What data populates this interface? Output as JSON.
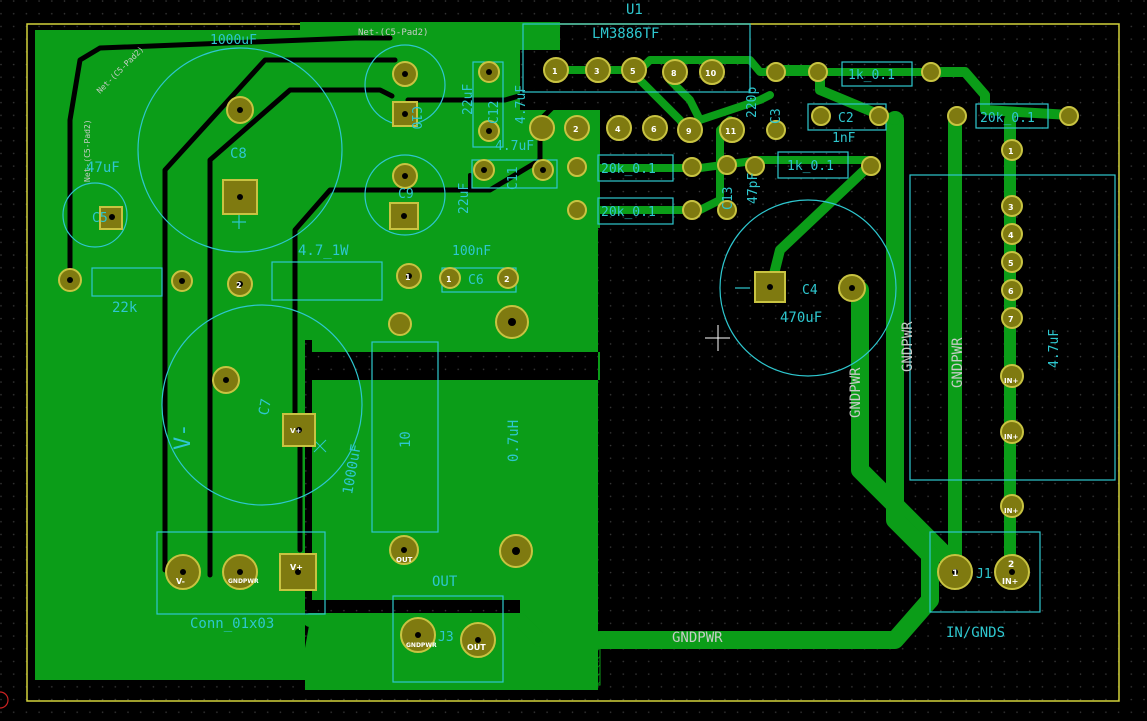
{
  "colors": {
    "background": "#000000",
    "copper_fill": "#0b9d18",
    "pad_ring": "#7f7a10",
    "pad_inner": "#c8c341",
    "silkscreen": "#2ec7cf",
    "board_edge": "#d2d23b",
    "copper_text": "#c7ccc7"
  },
  "components": {
    "c8_value": "1000uF",
    "c8_ref": "C8",
    "c5_value": "47uF",
    "c5_ref": "C5",
    "r_22k_value": "22k",
    "c10_ref": "C10",
    "c9_ref": "C9",
    "c12_value": "22uF",
    "c12_ref": "C12",
    "c11_value": "22uF",
    "c11_ref": "C11",
    "c11b_value": "4.7uF",
    "c13_value": "4.7uF",
    "r_47_1w_value": "4.7_1W",
    "c6_value": "100nF",
    "c6_ref": "C6",
    "u1_ref": "U1",
    "u1_value": "LM3886TF",
    "c3_ref": "C3",
    "c3_value": "220p",
    "r1k_top_value": "1k_0.1",
    "c2_ref": "C2",
    "c2_value": "1nF",
    "r20k_right_value": "20k_0.1",
    "r20k_a_value": "20k_0.1",
    "r20k_b_value": "20k_0.1",
    "c13_ref": "C13",
    "c13b_value": "47pF",
    "r1k_mid_value": "1k_0.1",
    "c4_ref": "C4",
    "c4_value": "470uF",
    "c7_ref": "C7",
    "c7_value": "1000uF",
    "l_inductance": "10",
    "l_value": "0.7uH",
    "out_label": "OUT",
    "j2_value": "Conn_01x03",
    "j3_ref": "J3",
    "j1_ref": "J1",
    "j1_value": "IN/GNDS",
    "vminus_label": "V-",
    "cap_47_right": "4.7uF"
  },
  "nets": {
    "net_c5_pad2_top": "Net-(C5-Pad2)",
    "net_c5_pad2_diag": "Net-(C5-Pad2)",
    "net_c5_pad2_left": "Net-(C5-Pad2)",
    "gndpwr_bottom": "GNDPWR",
    "gndpwr_v1": "GNDPWR",
    "gndpwr_v2": "GNDPWR",
    "gndpwr_v3": "GNDPWR"
  },
  "pads": {
    "v_minus": "V-",
    "v_plus": "V+",
    "gndpwr": "GNDPWR",
    "out": "OUT",
    "in_plus": "IN+",
    "n1": "1",
    "n2": "2",
    "n3": "3",
    "n4": "4",
    "n5": "5",
    "n6": "6",
    "n7": "7",
    "n8": "8",
    "n9": "9",
    "n10": "10",
    "n11": "11"
  }
}
